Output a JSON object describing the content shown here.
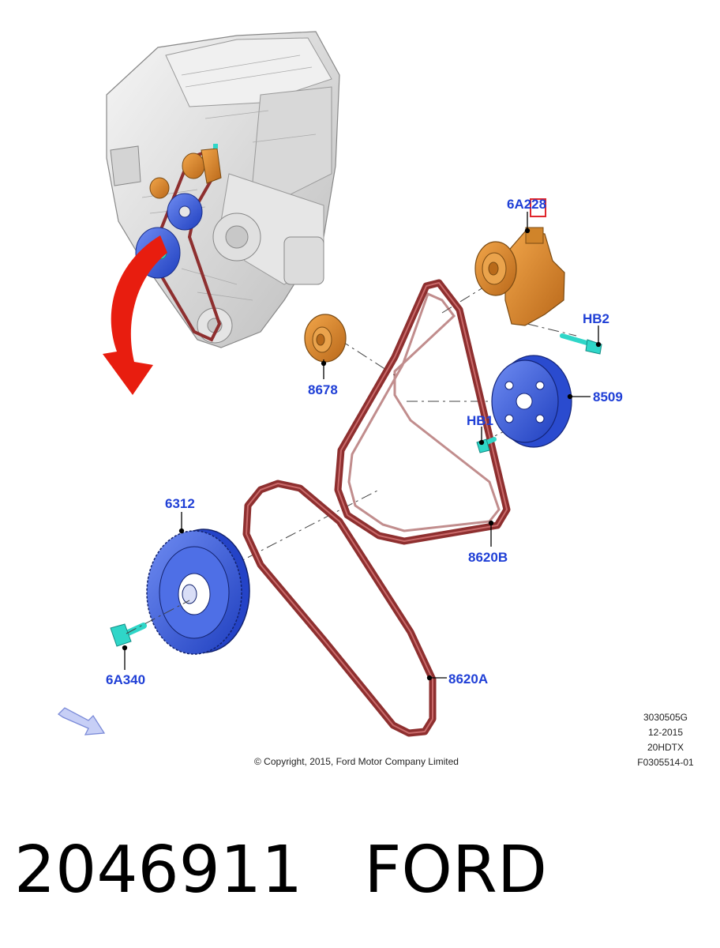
{
  "callouts": {
    "tensioner": "6A228",
    "bolt_hb2": "HB2",
    "idler": "8678",
    "water_pump_pulley": "8509",
    "bolt_hb1": "HB1",
    "crank_pulley": "6312",
    "belt_b": "8620B",
    "crank_bolt": "6A340",
    "belt_a": "8620A"
  },
  "meta_block": {
    "line1": "3030505G",
    "line2": "12-2015",
    "line3": "20HDTX",
    "line4": "F0305514-01"
  },
  "copyright": "© Copyright, 2015, Ford Motor Company Limited",
  "caption": {
    "part_number": "2046911",
    "brand": "FORD"
  },
  "colors": {
    "callout_text": "#1f3fd6",
    "pulley_blue": "#3a5fe0",
    "tensioner_orange": "#d98a2a",
    "belt_red": "#9b3a3a",
    "bolt_cyan": "#2fd6c8",
    "arrow_red": "#e81d0f",
    "engine_grey": "#e3e3e3"
  }
}
